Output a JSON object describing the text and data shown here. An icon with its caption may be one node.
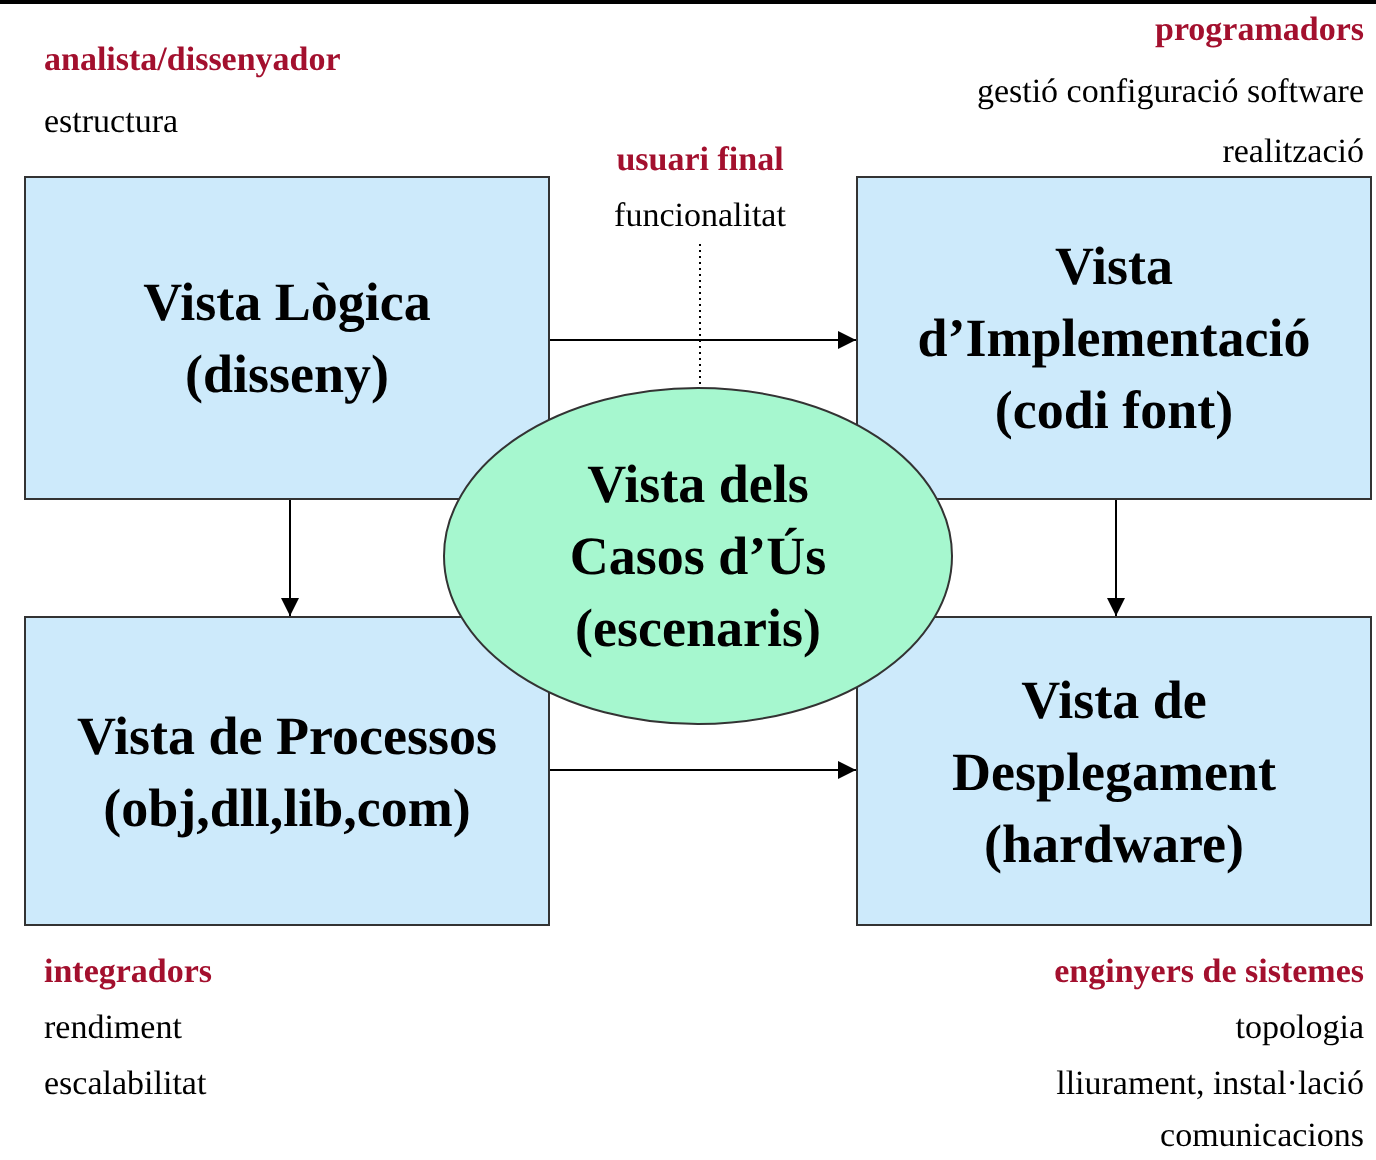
{
  "diagram": {
    "nodes": [
      {
        "text": [
          "Vista Lògica (disseny)"
        ]
      },
      {
        "text": [
          "Vista d’Implementació (codi font)"
        ]
      },
      {
        "text": [
          "Vista dels Casos d’Ús (escenaris)"
        ]
      },
      {
        "text": [
          "Vista de Processos (obj,dll,lib,com)"
        ]
      },
      {
        "text": [
          "Vista de Desplegament (hardware)"
        ]
      },
      {
        "text": [
          "usuari final",
          "funcionalitat"
        ]
      }
    ],
    "edges": [
      {
        "from": 0,
        "to": 1,
        "arrow": "to"
      },
      {
        "from": 0,
        "to": 3,
        "arrow": "to"
      },
      {
        "from": 1,
        "to": 4,
        "arrow": "to"
      },
      {
        "from": 3,
        "to": 4,
        "arrow": "to"
      },
      {
        "from": 5,
        "to": 2,
        "arrow": "none",
        "style": "dashed"
      }
    ],
    "labels": [
      "analista/dissenyador",
      "estructura",
      "programadors",
      "gestió configuració software",
      "realització",
      "integradors",
      "rendiment",
      "escalabilitat",
      "enginyers de sistemes",
      "topologia",
      "lliurament, instal·lació",
      "comunicacions"
    ]
  }
}
